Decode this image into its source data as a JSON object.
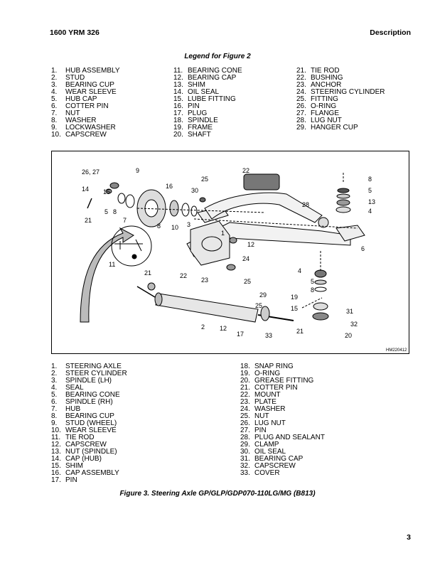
{
  "header": {
    "doc_number": "1600 YRM 326",
    "section": "Description"
  },
  "legend2": {
    "title": "Legend for Figure 2",
    "col1": [
      {
        "num": "1.",
        "label": "HUB ASSEMBLY"
      },
      {
        "num": "2.",
        "label": "STUD"
      },
      {
        "num": "3.",
        "label": "BEARING CUP"
      },
      {
        "num": "4.",
        "label": "WEAR SLEEVE"
      },
      {
        "num": "5.",
        "label": "HUB CAP"
      },
      {
        "num": "6.",
        "label": "COTTER PIN"
      },
      {
        "num": "7.",
        "label": "NUT"
      },
      {
        "num": "8.",
        "label": "WASHER"
      },
      {
        "num": "9.",
        "label": "LOCKWASHER"
      },
      {
        "num": "10.",
        "label": "CAPSCREW"
      }
    ],
    "col2": [
      {
        "num": "11.",
        "label": "BEARING CONE"
      },
      {
        "num": "12.",
        "label": "BEARING CAP"
      },
      {
        "num": "13.",
        "label": "SHIM"
      },
      {
        "num": "14.",
        "label": "OIL SEAL"
      },
      {
        "num": "15.",
        "label": "LUBE FITTING"
      },
      {
        "num": "16.",
        "label": "PIN"
      },
      {
        "num": "17.",
        "label": "PLUG"
      },
      {
        "num": "18.",
        "label": "SPINDLE"
      },
      {
        "num": "19.",
        "label": "FRAME"
      },
      {
        "num": "20.",
        "label": "SHAFT"
      }
    ],
    "col3": [
      {
        "num": "21.",
        "label": "TIE ROD"
      },
      {
        "num": "22.",
        "label": "BUSHING"
      },
      {
        "num": "23.",
        "label": "ANCHOR"
      },
      {
        "num": "24.",
        "label": "STEERING CYLINDER"
      },
      {
        "num": "25.",
        "label": "FITTING"
      },
      {
        "num": "26.",
        "label": "O-RING"
      },
      {
        "num": "27.",
        "label": "FLANGE"
      },
      {
        "num": "28.",
        "label": "LUG NUT"
      },
      {
        "num": "29.",
        "label": "HANGER CUP"
      }
    ]
  },
  "figure": {
    "image_code": "HM220412",
    "callouts": [
      "26, 27",
      "9",
      "22",
      "25",
      "16",
      "30",
      "8",
      "5",
      "13",
      "4",
      "14",
      "15",
      "5",
      "8",
      "7",
      "8",
      "10",
      "3",
      "28",
      "21",
      "1",
      "12",
      "6",
      "24",
      "11",
      "21",
      "22",
      "23",
      "25",
      "4",
      "5",
      "8",
      "19",
      "15",
      "31",
      "32",
      "20",
      "29",
      "25",
      "12",
      "2",
      "17",
      "33",
      "21"
    ]
  },
  "legend3": {
    "col1": [
      {
        "num": "1.",
        "label": "STEERING AXLE"
      },
      {
        "num": "2.",
        "label": "STEER CYLINDER"
      },
      {
        "num": "3.",
        "label": "SPINDLE (LH)"
      },
      {
        "num": "4.",
        "label": "SEAL"
      },
      {
        "num": "5.",
        "label": "BEARING CONE"
      },
      {
        "num": "6.",
        "label": "SPINDLE (RH)"
      },
      {
        "num": "7.",
        "label": "HUB"
      },
      {
        "num": "8.",
        "label": "BEARING CUP"
      },
      {
        "num": "9.",
        "label": "STUD (WHEEL)"
      },
      {
        "num": "10.",
        "label": "WEAR SLEEVE"
      },
      {
        "num": "11.",
        "label": "TIE ROD"
      },
      {
        "num": "12.",
        "label": "CAPSCREW"
      },
      {
        "num": "13.",
        "label": "NUT (SPINDLE)"
      },
      {
        "num": "14.",
        "label": "CAP (HUB)"
      },
      {
        "num": "15.",
        "label": "SHIM"
      },
      {
        "num": "16.",
        "label": "CAP ASSEMBLY"
      },
      {
        "num": "17.",
        "label": "PIN"
      }
    ],
    "col2": [
      {
        "num": "18.",
        "label": "SNAP RING"
      },
      {
        "num": "19.",
        "label": "O-RING"
      },
      {
        "num": "20.",
        "label": "GREASE FITTING"
      },
      {
        "num": "21.",
        "label": "COTTER PIN"
      },
      {
        "num": "22.",
        "label": "MOUNT"
      },
      {
        "num": "23.",
        "label": "PLATE"
      },
      {
        "num": "24.",
        "label": "WASHER"
      },
      {
        "num": "25.",
        "label": "NUT"
      },
      {
        "num": "26.",
        "label": "LUG NUT"
      },
      {
        "num": "27.",
        "label": "PIN"
      },
      {
        "num": "28.",
        "label": "PLUG AND SEALANT"
      },
      {
        "num": "29.",
        "label": "CLAMP"
      },
      {
        "num": "30.",
        "label": "OIL SEAL"
      },
      {
        "num": "31.",
        "label": "BEARING CAP"
      },
      {
        "num": "32.",
        "label": "CAPSCREW"
      },
      {
        "num": "33.",
        "label": "COVER"
      }
    ]
  },
  "caption": "Figure 3. Steering Axle GP/GLP/GDP070-110LG/MG (B813)",
  "page_number": "3"
}
